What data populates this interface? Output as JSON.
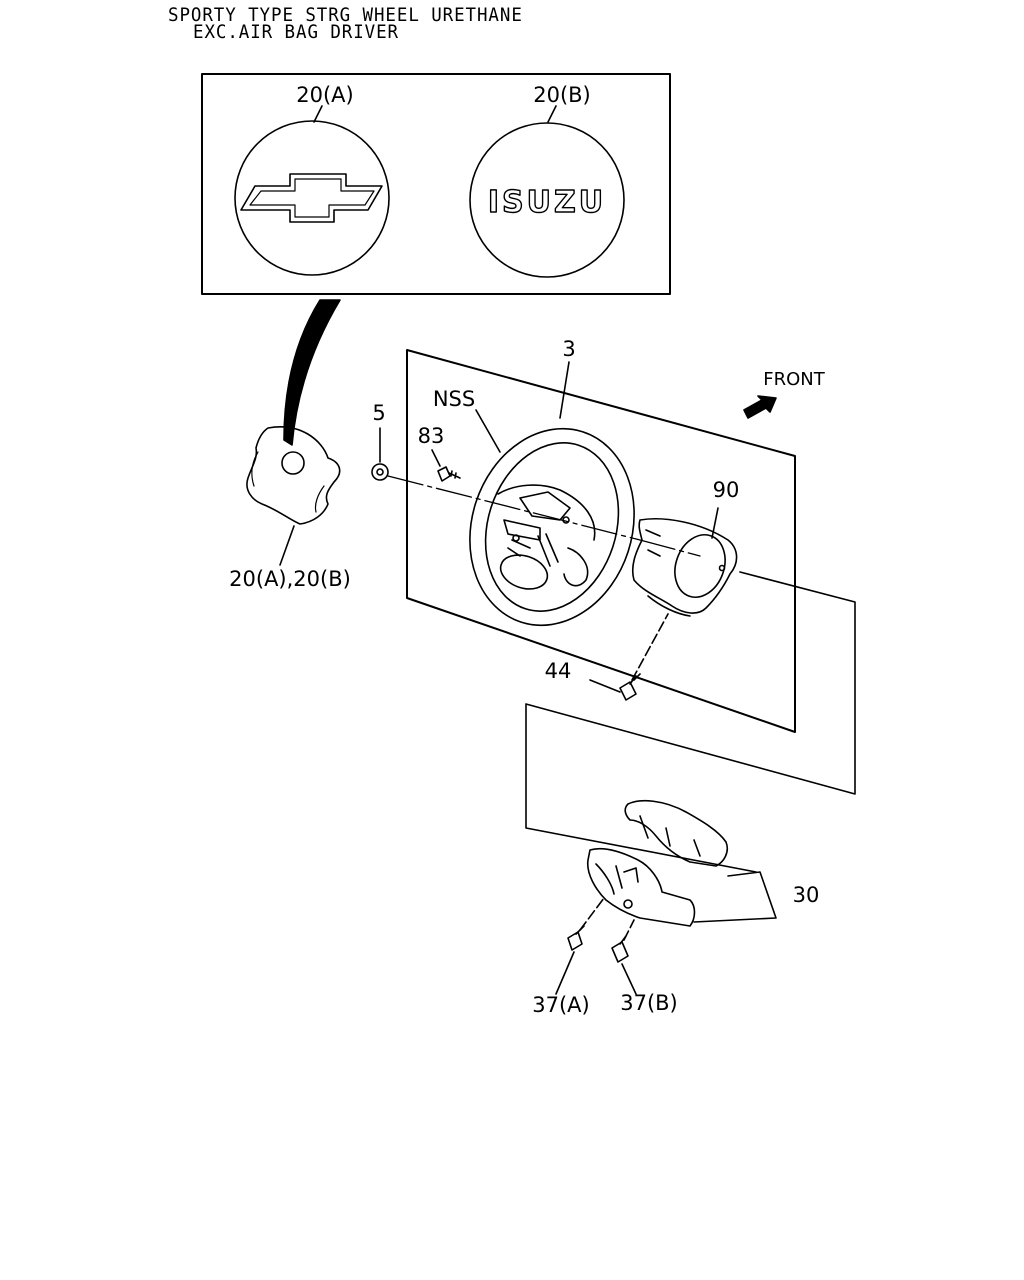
{
  "title": {
    "line1": "SPORTY TYPE STRG WHEEL URETHANE",
    "line2": "EXC.AIR BAG DRIVER"
  },
  "callouts": {
    "emblem_a": "20(A)",
    "emblem_b": "20(B)",
    "emblem_ab": "20(A),20(B)",
    "wheel": "3",
    "nss": "NSS",
    "nut": "5",
    "screw_83": "83",
    "cover_90": "90",
    "screw_44": "44",
    "cover_30": "30",
    "screw_37a": "37(A)",
    "screw_37b": "37(B)"
  },
  "direction": {
    "label": "FRONT"
  },
  "logos": {
    "brand_a": "chevrolet-bowtie",
    "brand_b": "ISUZU"
  }
}
